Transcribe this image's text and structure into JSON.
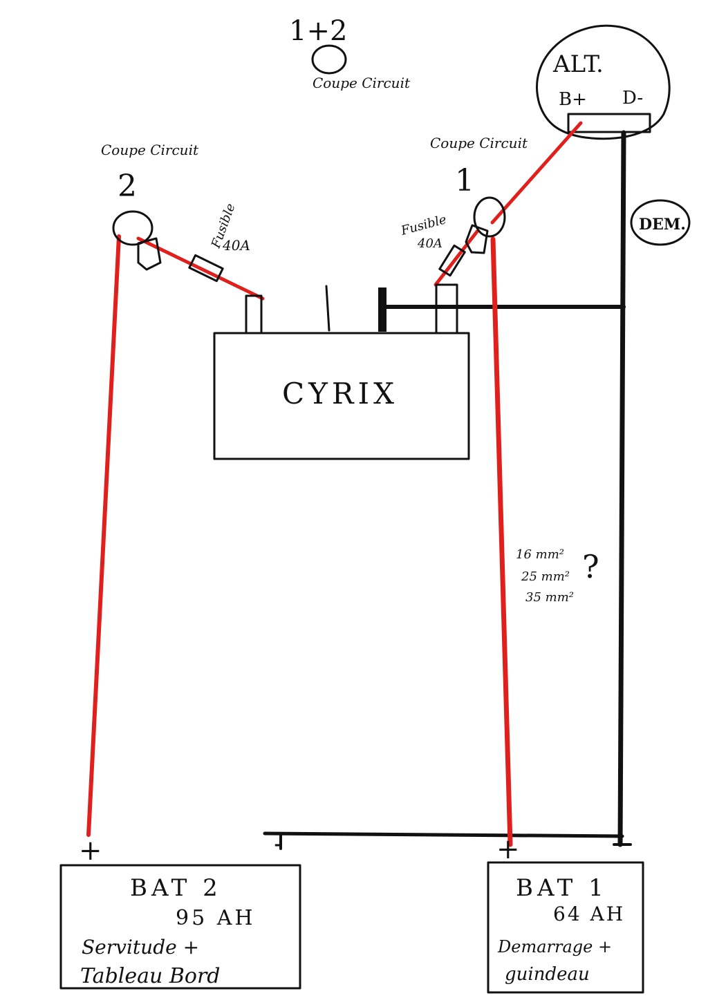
{
  "colors": {
    "positive_wire": "#e0201c",
    "ground_wire": "#111111",
    "paper": "#ffffff"
  },
  "header": {
    "combined_label": "1+2",
    "combined_switch_label": "Coupe Circuit"
  },
  "alternator": {
    "label": "ALT.",
    "terminal_pos": "B+",
    "terminal_neg": "D-"
  },
  "starter": {
    "label": "DEM."
  },
  "switch_1": {
    "caption": "Coupe Circuit",
    "number": "1"
  },
  "switch_2": {
    "caption": "Coupe Circuit",
    "number": "2"
  },
  "fuse_left": {
    "line1": "Fusible",
    "line2": "40A"
  },
  "fuse_right": {
    "line1": "Fusible",
    "line2": "40A"
  },
  "relay": {
    "label": "CYRIX"
  },
  "cable_note": {
    "line1": "16 mm²",
    "line2": "25 mm²",
    "line3": "35 mm²",
    "mark": "?"
  },
  "battery_2": {
    "name": "BAT 2",
    "capacity": "95 AH",
    "use_line1": "Servitude +",
    "use_line2": "Tableau Bord",
    "plus": "+",
    "minus": "-"
  },
  "battery_1": {
    "name": "BAT 1",
    "capacity": "64 AH",
    "use_line1": "Demarrage +",
    "use_line2": "guindeau",
    "plus": "+",
    "minus": "-"
  }
}
